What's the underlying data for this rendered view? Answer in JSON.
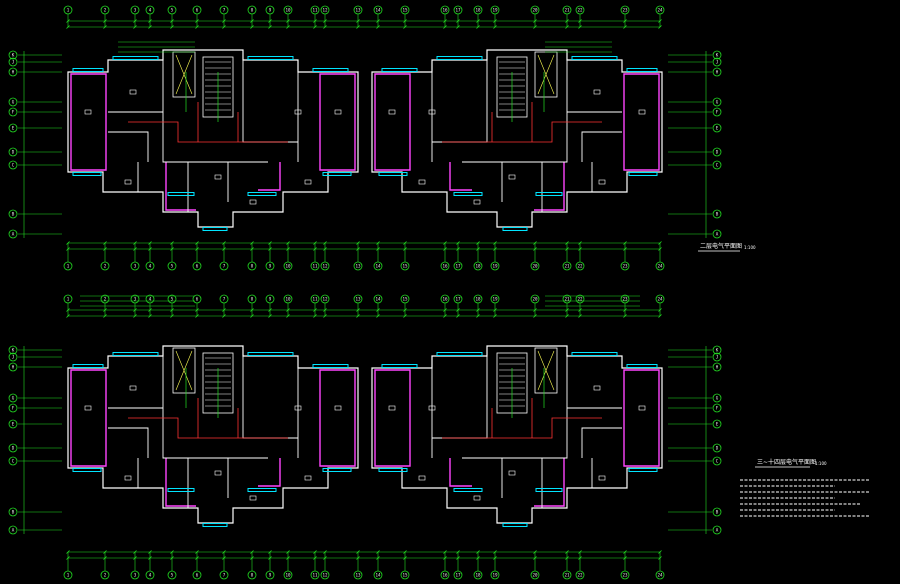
{
  "colors": {
    "background": "#000000",
    "axis": "#22dd22",
    "wall": "#ffffff",
    "partition": "#ff44ff",
    "window": "#00e5ff",
    "accent": "#ff3333",
    "stair": "#ffff55",
    "text": "#e8e8e8"
  },
  "axes": {
    "top_columns": [
      "1",
      "2",
      "3",
      "4",
      "5",
      "6",
      "7",
      "8",
      "9",
      "10",
      "11",
      "12",
      "13",
      "14",
      "15",
      "16",
      "17",
      "18",
      "19",
      "20",
      "21",
      "22",
      "23",
      "24"
    ],
    "rows_left": [
      "K",
      "J",
      "H",
      "G",
      "F",
      "E",
      "D",
      "C",
      "B",
      "A"
    ],
    "rows_right": [
      "K",
      "J",
      "H",
      "G",
      "F",
      "E",
      "D",
      "C",
      "B",
      "A"
    ]
  },
  "plans": [
    {
      "id": "upper",
      "title": "二层电气平面图",
      "scale": "1:100"
    },
    {
      "id": "lower",
      "title": "三~十四层电气平面图",
      "scale": "1:100"
    }
  ],
  "notes": {
    "line_count": 7
  }
}
